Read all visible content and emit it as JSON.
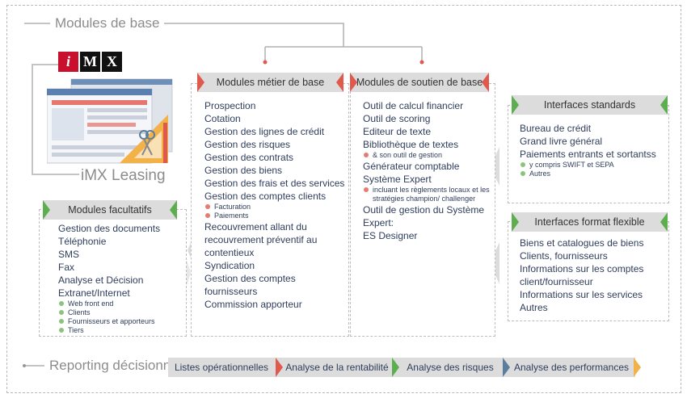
{
  "title": "Modules de base",
  "logo": {
    "letters": [
      "i",
      "M",
      "X"
    ],
    "caption": "iMX Leasing"
  },
  "metier": {
    "title": "Modules métier de base",
    "items": [
      {
        "label": "Prospection"
      },
      {
        "label": "Cotation"
      },
      {
        "label": "Gestion des lignes de crédit"
      },
      {
        "label": "Gestion des risques"
      },
      {
        "label": "Gestion des contrats"
      },
      {
        "label": "Gestion des biens"
      },
      {
        "label": "Gestion des frais et des services"
      },
      {
        "label": "Gestion des comptes clients",
        "sub": [
          "Facturation",
          "Paiements"
        ]
      },
      {
        "label": "Recouvrement allant du recouvrement préventif au contentieux"
      },
      {
        "label": "Syndication"
      },
      {
        "label": "Gestion des comptes fournisseurs"
      },
      {
        "label": "Commission apporteur"
      }
    ]
  },
  "soutien": {
    "title": "Modules de soutien de base",
    "items": [
      {
        "label": "Outil de calcul financier"
      },
      {
        "label": "Outil de scoring"
      },
      {
        "label": "Editeur de texte"
      },
      {
        "label": "Bibliothèque de textes",
        "sub": [
          "& son outil de gestion"
        ]
      },
      {
        "label": "Générateur comptable"
      },
      {
        "label": "Système Expert",
        "sub": [
          "incluant les règlements locaux et les stratégies champion/ challenger"
        ]
      },
      {
        "label": "Outil de gestion du Système Expert:"
      },
      {
        "label": "ES Designer"
      }
    ]
  },
  "facultatifs": {
    "title": "Modules facultatifs",
    "items": [
      {
        "label": "Gestion des documents"
      },
      {
        "label": "Téléphonie"
      },
      {
        "label": "SMS"
      },
      {
        "label": "Fax"
      },
      {
        "label": "Analyse et Décision"
      },
      {
        "label": "Extranet/Internet",
        "sub": [
          "Web front end",
          "Clients",
          "Fournisseurs et apporteurs",
          "Tiers"
        ]
      }
    ]
  },
  "standards": {
    "title": "Interfaces standards",
    "items": [
      {
        "label": "Bureau de crédit"
      },
      {
        "label": "Grand livre général"
      },
      {
        "label": "Paiements entrants et sortantss",
        "sub": [
          "y compris SWIFT et SEPA",
          "Autres"
        ]
      }
    ]
  },
  "flexible": {
    "title": "Interfaces format flexible",
    "items": [
      {
        "label": "Biens et catalogues de biens"
      },
      {
        "label": "Clients, fournisseurs"
      },
      {
        "label": "Informations sur les comptes client/fournisseur"
      },
      {
        "label": "Informations sur les services"
      },
      {
        "label": "Autres"
      }
    ]
  },
  "reporting": {
    "title": "Reporting décisionnel",
    "steps": [
      {
        "label": "Listes opérationnelles",
        "color": "#e0594d"
      },
      {
        "label": "Analyse de la rentabilité",
        "color": "#5cae4e"
      },
      {
        "label": "Analyse des risques",
        "color": "#5b7d9e"
      },
      {
        "label": "Analyse des performances",
        "color": "#f2b248"
      }
    ]
  },
  "colors": {
    "green": "#5cae4e",
    "red": "#e0594d",
    "tab_gray": "#dcdcdc"
  }
}
